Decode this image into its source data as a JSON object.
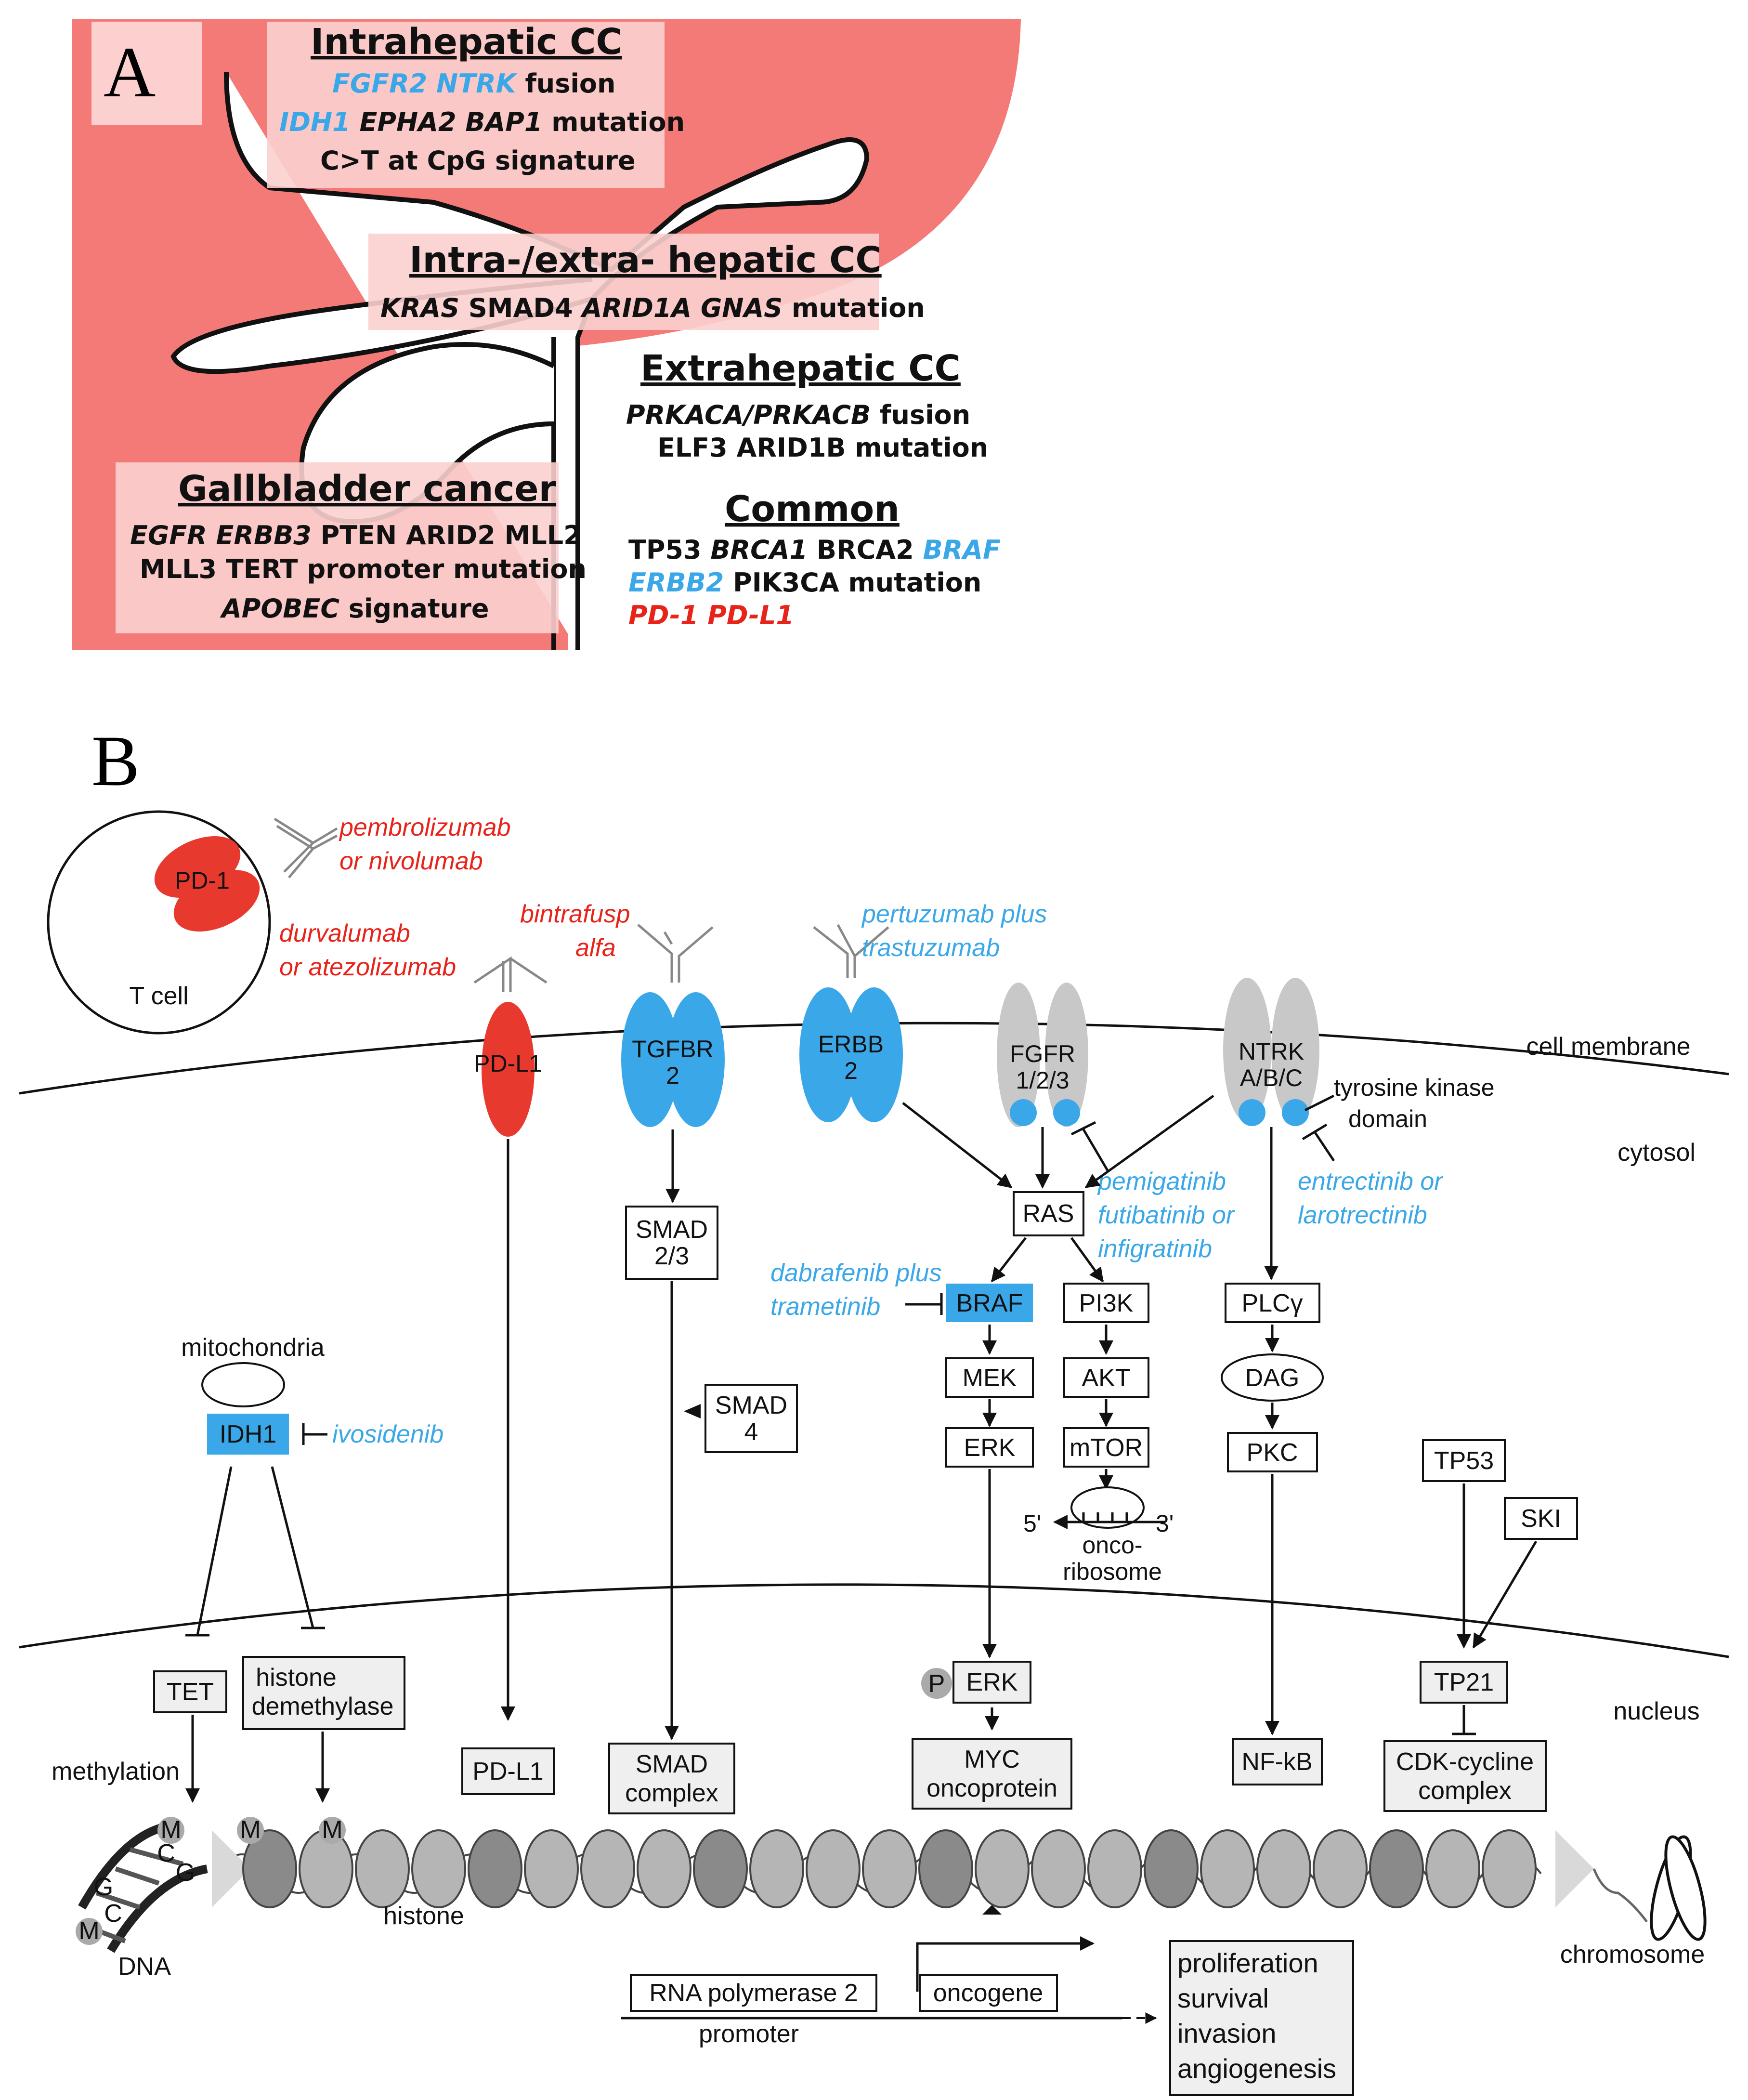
{
  "panel_a": {
    "label": "A",
    "intrahepatic": {
      "title": "Intrahepatic CC",
      "line1_blue": "FGFR2 NTRK",
      "line1_rest": " fusion",
      "line2_blue": "IDH1",
      "line2_rest_italic": " EPHA2 BAP1",
      "line2_end": " mutation",
      "line3": "C>T at CpG signature"
    },
    "intra_extra": {
      "title": "Intra-/extra- hepatic CC",
      "line1_a": "KRAS",
      "line1_b": " SMAD4 ",
      "line1_c": "ARID1A GNAS",
      "line1_d": " mutation"
    },
    "extrahepatic": {
      "title": "Extrahepatic CC",
      "line1_italic": "PRKACA/PRKACB",
      "line1_rest": " fusion",
      "line2": "ELF3 ARID1B mutation"
    },
    "gallbladder": {
      "title": "Gallbladder cancer",
      "line1_italic": "EGFR ERBB3",
      "line1_rest": " PTEN ARID2 MLL2",
      "line2": "MLL3 TERT promoter mutation",
      "line3_italic": "APOBEC",
      "line3_rest": " signature"
    },
    "common": {
      "title": "Common",
      "line1_a": "TP53 ",
      "line1_b": "BRCA1",
      "line1_c": " BRCA2 ",
      "line1_d": "BRAF",
      "line2_a": "ERBB2",
      "line2_b": " PIK3CA mutation",
      "line3": "PD-1 PD-L1"
    }
  },
  "panel_b": {
    "label": "B",
    "t_cell": "T cell",
    "pd1": "PD-1",
    "drug_pembro_1": "pembrolizumab",
    "drug_pembro_2": "or nivolumab",
    "drug_durva_1": "durvalumab",
    "drug_durva_2": "or atezolizumab",
    "drug_bintra_1": "bintrafusp",
    "drug_bintra_2": "alfa",
    "drug_pertuz_1": "pertuzumab plus",
    "drug_pertuz_2": "trastuzumab",
    "cell_membrane": "cell membrane",
    "cytosol": "cytosol",
    "nucleus": "nucleus",
    "pdl1_receptor": "PD-L1",
    "tgfbr_1": "TGFBR",
    "tgfbr_2": "2",
    "erbb_1": "ERBB",
    "erbb_2": "2",
    "fgfr_1": "FGFR",
    "fgfr_2": "1/2/3",
    "ntrk_1": "NTRK",
    "ntrk_2": "A/B/C",
    "tk_domain_1": "tyrosine kinase",
    "tk_domain_2": "domain",
    "drug_pemig_1": "pemigatinib",
    "drug_pemig_2": "futibatinib or",
    "drug_pemig_3": "infigratinib",
    "drug_entrec_1": "entrectinib or",
    "drug_entrec_2": "larotrectinib",
    "drug_dabraf_1": "dabrafenib plus",
    "drug_dabraf_2": "trametinib",
    "ras": "RAS",
    "braf": "BRAF",
    "pi3k": "PI3K",
    "mek": "MEK",
    "akt": "AKT",
    "erk": "ERK",
    "mtor": "mTOR",
    "plcg": "PLCγ",
    "dag": "DAG",
    "pkc": "PKC",
    "smad23_1": "SMAD",
    "smad23_2": "2/3",
    "smad4_1": "SMAD",
    "smad4_2": "4",
    "mitochondria": "mitochondria",
    "idh1": "IDH1",
    "drug_ivosid": "ivosidenib",
    "five_prime": "5'",
    "three_prime": "3'",
    "oncoribosome_1": "onco-",
    "oncoribosome_2": "ribosome",
    "tp53": "TP53",
    "ski": "SKI",
    "tp21": "TP21",
    "tet": "TET",
    "histone_demethylase_1": "histone",
    "histone_demethylase_2": "demethylase",
    "methylation": "methylation",
    "pdl1_nuclear": "PD-L1",
    "smad_complex_1": "SMAD",
    "smad_complex_2": "complex",
    "p_badge": "P",
    "perk": "ERK",
    "myc_1": "MYC",
    "myc_2": "oncoprotein",
    "nfkb": "NF-kB",
    "cdk_1": "CDK-cycline",
    "cdk_2": "complex",
    "m_mark": "M",
    "dna_c": "C",
    "dna_g": "G",
    "dna_label": "DNA",
    "histone_label": "histone",
    "chromosome_label": "chromosome",
    "rna_pol": "RNA polymerase 2",
    "promoter": "promoter",
    "oncogene": "oncogene",
    "outcome_1": "proliferation",
    "outcome_2": "survival",
    "outcome_3": "invasion",
    "outcome_4": "angiogenesis"
  },
  "colors": {
    "liver_red": "#f47a78",
    "drug_blue": "#3aa8e8",
    "drug_red": "#e8231a",
    "box_gray": "#efefef"
  }
}
